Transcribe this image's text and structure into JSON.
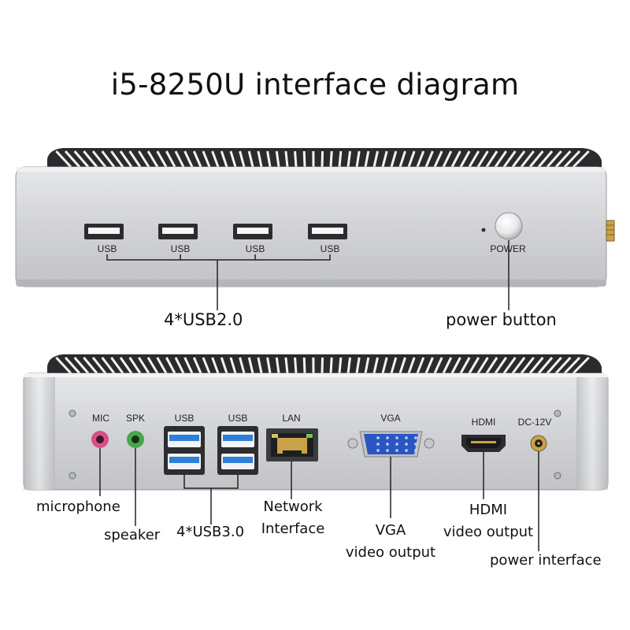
{
  "title": "i5-8250U interface diagram",
  "front_panel": {
    "port_label": "USB",
    "power_label": "POWER",
    "callout_usb": "4*USB2.0",
    "callout_power": "power button"
  },
  "rear_panel": {
    "labels": {
      "mic": "MIC",
      "spk": "SPK",
      "usb": "USB",
      "lan": "LAN",
      "vga": "VGA",
      "hdmi": "HDMI",
      "dc": "DC-12V"
    },
    "callouts": {
      "microphone": "microphone",
      "speaker": "speaker",
      "usb": "4*USB3.0",
      "network_line1": "Network",
      "network_line2": "Interface",
      "vga_line1": "VGA",
      "vga_line2": "video output",
      "hdmi_line1": "HDMI",
      "hdmi_line2": "video output",
      "power": "power interface"
    }
  },
  "colors": {
    "chassis": "#d3d4d6",
    "chassis_dark": "#8c8e92",
    "usb3_blue": "#2f7fd8",
    "vga_blue": "#2a56c4",
    "mic_pink": "#d94f8a",
    "spk_green": "#4aa64a"
  }
}
